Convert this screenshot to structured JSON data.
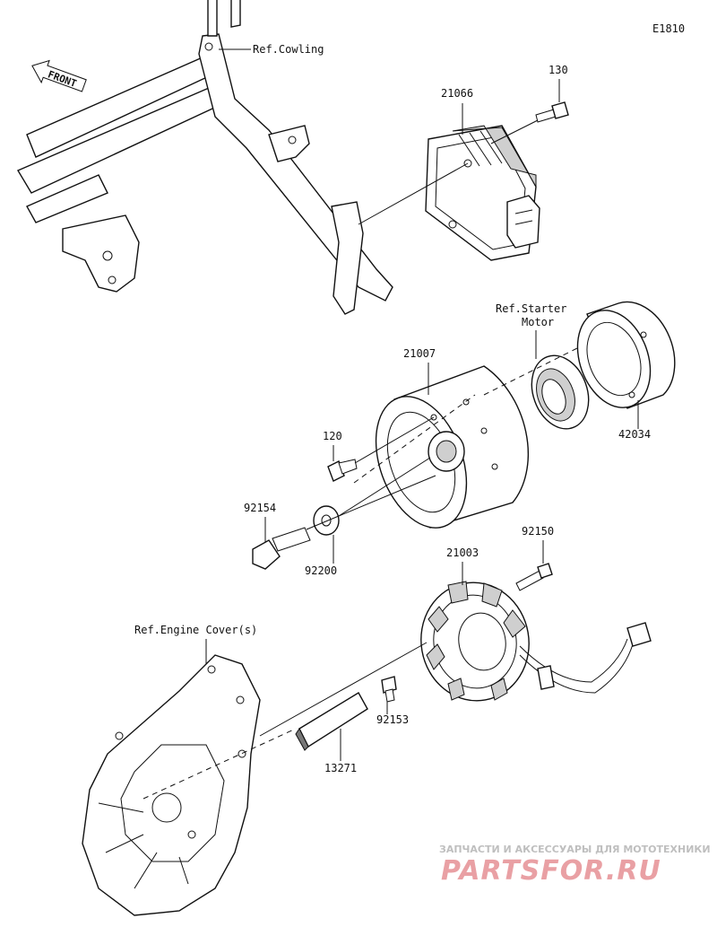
{
  "diagram_code": "E1810",
  "front_label": "FRONT",
  "refs": {
    "cowling": "Ref.Cowling",
    "starter_motor_line1": "Ref.Starter",
    "starter_motor_line2": "Motor",
    "engine_cover": "Ref.Engine Cover(s)"
  },
  "parts": {
    "regulator": "21066",
    "regulator_bolt": "130",
    "rotor": "21007",
    "starter_clutch_bolt": "120",
    "starter_gear": "42034",
    "rotor_bolt": "92154",
    "washer": "92200",
    "stator": "21003",
    "stator_bolt": "92150",
    "plate_bolt": "92153",
    "plate": "13271"
  },
  "watermark": {
    "tagline": "ЗАПЧАСТИ И АКСЕССУАРЫ ДЛЯ МОТОТЕХНИКИ",
    "brand": "PARTSFOR.RU"
  }
}
